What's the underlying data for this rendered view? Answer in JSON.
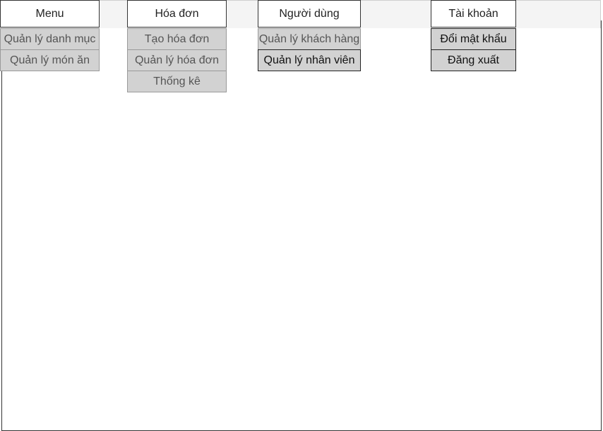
{
  "menubar": {
    "menus": [
      {
        "label": "Menu",
        "items": [
          "Quản lý danh mục",
          "Quản lý món ăn"
        ]
      },
      {
        "label": "Hóa đơn",
        "items": [
          "Tạo hóa đơn",
          "Quản lý hóa đơn",
          "Thống kê"
        ]
      },
      {
        "label": "Người dùng",
        "items": [
          "Quản lý khách hàng",
          "Quản lý nhân viên"
        ]
      },
      {
        "label": "Tài khoản",
        "items": [
          "Đổi mật khẩu",
          "Đăng xuất"
        ]
      }
    ]
  },
  "colors": {
    "menubar_bg": "#f4f4f4",
    "menu_item_bg": "#ffffff",
    "submenu_bg": "#d2d2d2",
    "border": "#333333"
  }
}
